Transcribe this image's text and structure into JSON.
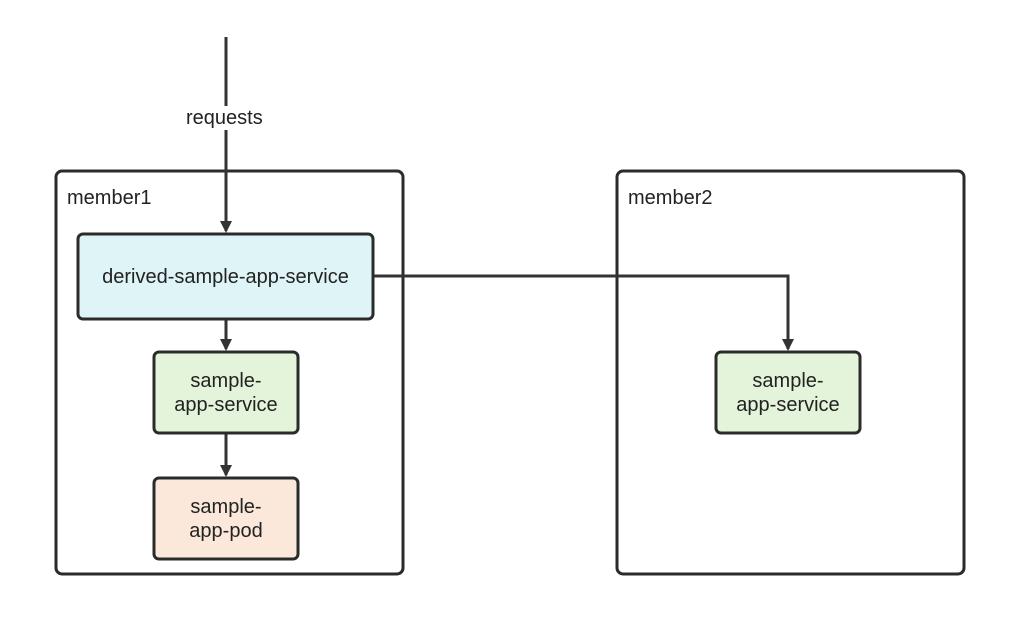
{
  "colors": {
    "stroke": "#2b2b2b",
    "derived_service_fill": "#dff4f6",
    "service_fill": "#e3f4da",
    "pod_fill": "#fbe8da",
    "cluster_fill": "#ffffff"
  },
  "clusters": [
    {
      "id": "member1",
      "label": "member1"
    },
    {
      "id": "member2",
      "label": "member2"
    }
  ],
  "nodes": {
    "derived_service": {
      "label": "derived-sample-app-service"
    },
    "m1_service": {
      "label_line1": "sample-",
      "label_line2": "app-service"
    },
    "m1_pod": {
      "label_line1": "sample-",
      "label_line2": "app-pod"
    },
    "m2_service": {
      "label_line1": "sample-",
      "label_line2": "app-service"
    }
  },
  "edges": [
    {
      "from": "external",
      "to": "derived_service",
      "label": "requests"
    },
    {
      "from": "derived_service",
      "to": "m1_service",
      "label": ""
    },
    {
      "from": "m1_service",
      "to": "m1_pod",
      "label": ""
    },
    {
      "from": "derived_service",
      "to": "m2_service",
      "label": ""
    }
  ]
}
